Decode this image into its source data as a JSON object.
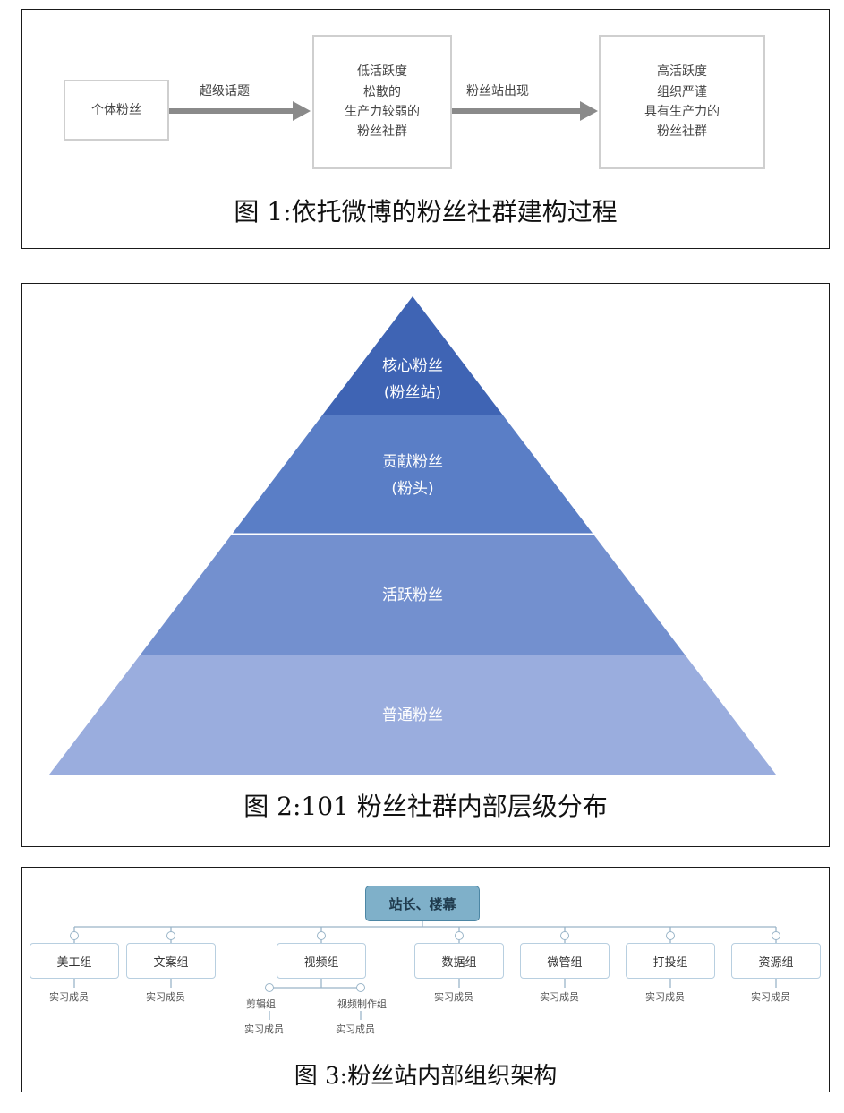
{
  "fig1": {
    "caption": "图 1:依托微博的粉丝社群建构过程",
    "box1": "个体粉丝",
    "arrow1_label": "超级话题",
    "box2_lines": [
      "低活跃度",
      "松散的",
      "生产力较弱的",
      "粉丝社群"
    ],
    "arrow2_label": "粉丝站出现",
    "box3_lines": [
      "高活跃度",
      "组织严谨",
      "具有生产力的",
      "粉丝社群"
    ]
  },
  "fig2": {
    "caption": "图 2:101 粉丝社群内部层级分布",
    "layers": [
      {
        "lines": [
          "核心粉丝",
          "(粉丝站)"
        ],
        "color": "#3f64b4"
      },
      {
        "lines": [
          "贡献粉丝",
          "(粉头)"
        ],
        "color": "#5a7ec6"
      },
      {
        "lines": [
          "活跃粉丝"
        ],
        "color": "#7390cf"
      },
      {
        "lines": [
          "普通粉丝"
        ],
        "color": "#9aadde"
      }
    ]
  },
  "fig3": {
    "caption": "图 3:粉丝站内部组织架构",
    "root": "站长、楼幕",
    "groups": [
      {
        "label": "美工组",
        "sub": "实习成员"
      },
      {
        "label": "文案组",
        "sub": "实习成员"
      },
      {
        "label": "视频组",
        "sub": ""
      },
      {
        "label": "数据组",
        "sub": "实习成员"
      },
      {
        "label": "微管组",
        "sub": "实习成员"
      },
      {
        "label": "打投组",
        "sub": "实习成员"
      },
      {
        "label": "资源组",
        "sub": "实习成员"
      }
    ],
    "video_subs": [
      {
        "label": "剪辑组",
        "sub": "实习成员"
      },
      {
        "label": "视频制作组",
        "sub": "实习成员"
      }
    ]
  }
}
